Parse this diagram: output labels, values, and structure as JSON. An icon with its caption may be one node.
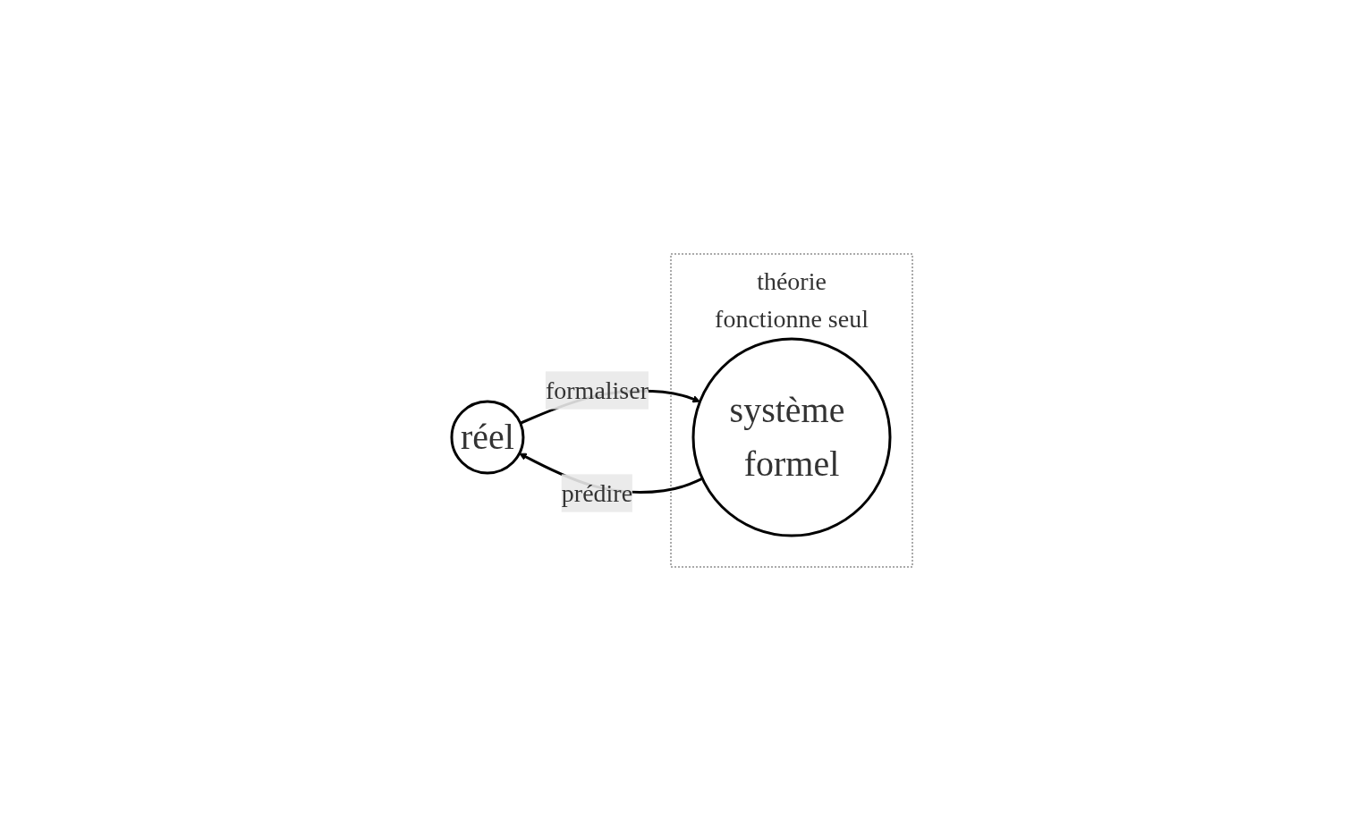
{
  "diagram": {
    "nodes": [
      {
        "text": [
          "théorie",
          "fonctionne seul"
        ]
      },
      {
        "text": [
          "réel"
        ]
      },
      {
        "text": [
          "système formel"
        ],
        "in": 0
      }
    ],
    "edges": [
      {
        "from": 1,
        "to": 2,
        "arrow": "to",
        "label": "formaliser"
      },
      {
        "from": 2,
        "to": 1,
        "arrow": "to",
        "label": "prédire"
      }
    ]
  }
}
